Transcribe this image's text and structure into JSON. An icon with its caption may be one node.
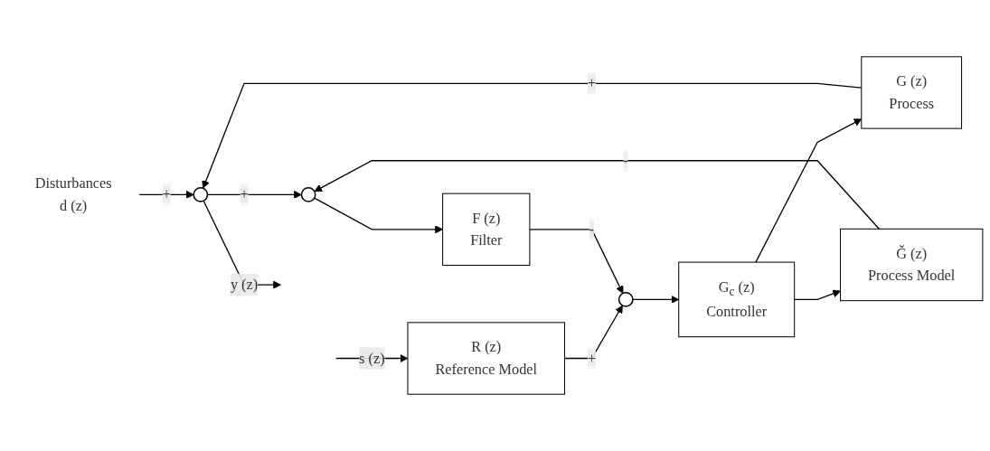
{
  "diagram": {
    "nodes": [
      {
        "text": [
          "Disturbances",
          "d (z)"
        ]
      },
      {
        "text": [
          "R (z)",
          "Reference Model"
        ]
      },
      {
        "text": [],
        "shape": "circle"
      },
      {
        "text": [
          "G$_{c}$ (z)",
          "Controller"
        ]
      },
      {
        "text": [
          "G (z)",
          "Process"
        ]
      },
      {
        "text": [],
        "shape": "circle"
      },
      {
        "text": [
          "Ǧ (z)",
          "Process Model"
        ]
      },
      {
        "text": [],
        "shape": "circle"
      },
      {
        "text": [
          "F (z)",
          "Filter"
        ]
      }
    ],
    "edges": [
      {
        "from": null,
        "to": 1,
        "arrow": "to",
        "label": "s (z)"
      },
      {
        "from": 1,
        "to": 2,
        "arrow": "to",
        "label": "+"
      },
      {
        "from": 2,
        "to": 3,
        "arrow": "to"
      },
      {
        "from": 3,
        "to": 4,
        "arrow": "to"
      },
      {
        "from": 3,
        "to": 6,
        "arrow": "to"
      },
      {
        "from": 4,
        "to": 5,
        "arrow": "to",
        "label": "+"
      },
      {
        "from": 0,
        "to": 5,
        "arrow": "to",
        "label": "+"
      },
      {
        "from": 5,
        "to": null,
        "arrow": "to",
        "label": "y (z)"
      },
      {
        "from": 5,
        "to": 7,
        "arrow": "to",
        "label": "+"
      },
      {
        "from": 6,
        "to": 7,
        "arrow": "to",
        "label": "-"
      },
      {
        "from": 7,
        "to": 8,
        "arrow": "to"
      },
      {
        "from": 8,
        "to": 2,
        "arrow": "to",
        "label": "-"
      }
    ]
  }
}
